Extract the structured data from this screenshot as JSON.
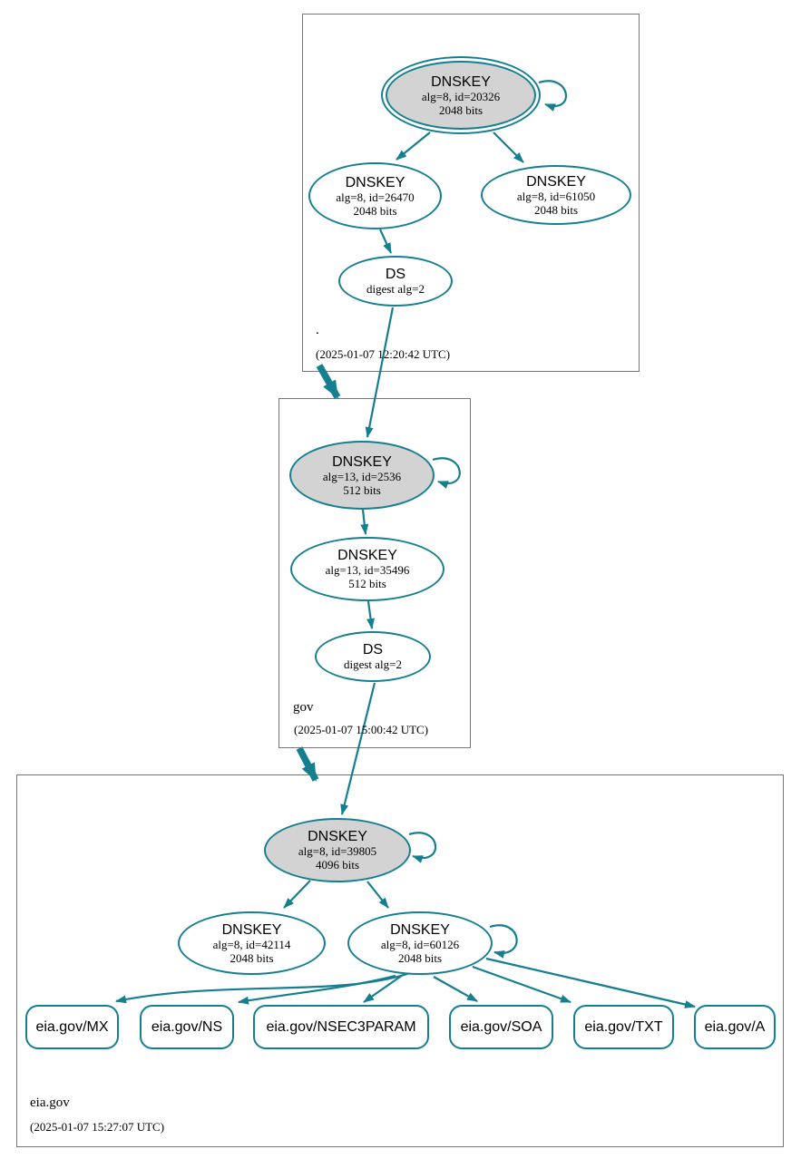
{
  "diagram": {
    "type": "dnssec-authentication-chain",
    "colors": {
      "edge": "#157f90",
      "trust_anchor_fill": "#d3d3d3",
      "node_fill": "#ffffff",
      "zone_box_border": "#767676",
      "text": "#000000"
    },
    "zones": [
      {
        "label": ".",
        "timestamp": "(2025-01-07 12:20:42 UTC)",
        "nodes": {
          "ksk": {
            "title": "DNSKEY",
            "alg": "alg=8, id=20326",
            "bits": "2048 bits"
          },
          "zsk": {
            "title": "DNSKEY",
            "alg": "alg=8, id=26470",
            "bits": "2048 bits"
          },
          "key2": {
            "title": "DNSKEY",
            "alg": "alg=8, id=61050",
            "bits": "2048 bits"
          },
          "ds": {
            "title": "DS",
            "alg": "digest alg=2"
          }
        }
      },
      {
        "label": "gov",
        "timestamp": "(2025-01-07 15:00:42 UTC)",
        "nodes": {
          "ksk": {
            "title": "DNSKEY",
            "alg": "alg=13, id=2536",
            "bits": "512 bits"
          },
          "zsk": {
            "title": "DNSKEY",
            "alg": "alg=13, id=35496",
            "bits": "512 bits"
          },
          "ds": {
            "title": "DS",
            "alg": "digest alg=2"
          }
        }
      },
      {
        "label": "eia.gov",
        "timestamp": "(2025-01-07 15:27:07 UTC)",
        "nodes": {
          "ksk": {
            "title": "DNSKEY",
            "alg": "alg=8, id=39805",
            "bits": "4096 bits"
          },
          "key": {
            "title": "DNSKEY",
            "alg": "alg=8, id=42114",
            "bits": "2048 bits"
          },
          "zsk": {
            "title": "DNSKEY",
            "alg": "alg=8, id=60126",
            "bits": "2048 bits"
          }
        },
        "rrsets": [
          {
            "label": "eia.gov/MX"
          },
          {
            "label": "eia.gov/NS"
          },
          {
            "label": "eia.gov/NSEC3PARAM"
          },
          {
            "label": "eia.gov/SOA"
          },
          {
            "label": "eia.gov/TXT"
          },
          {
            "label": "eia.gov/A"
          }
        ]
      }
    ]
  }
}
